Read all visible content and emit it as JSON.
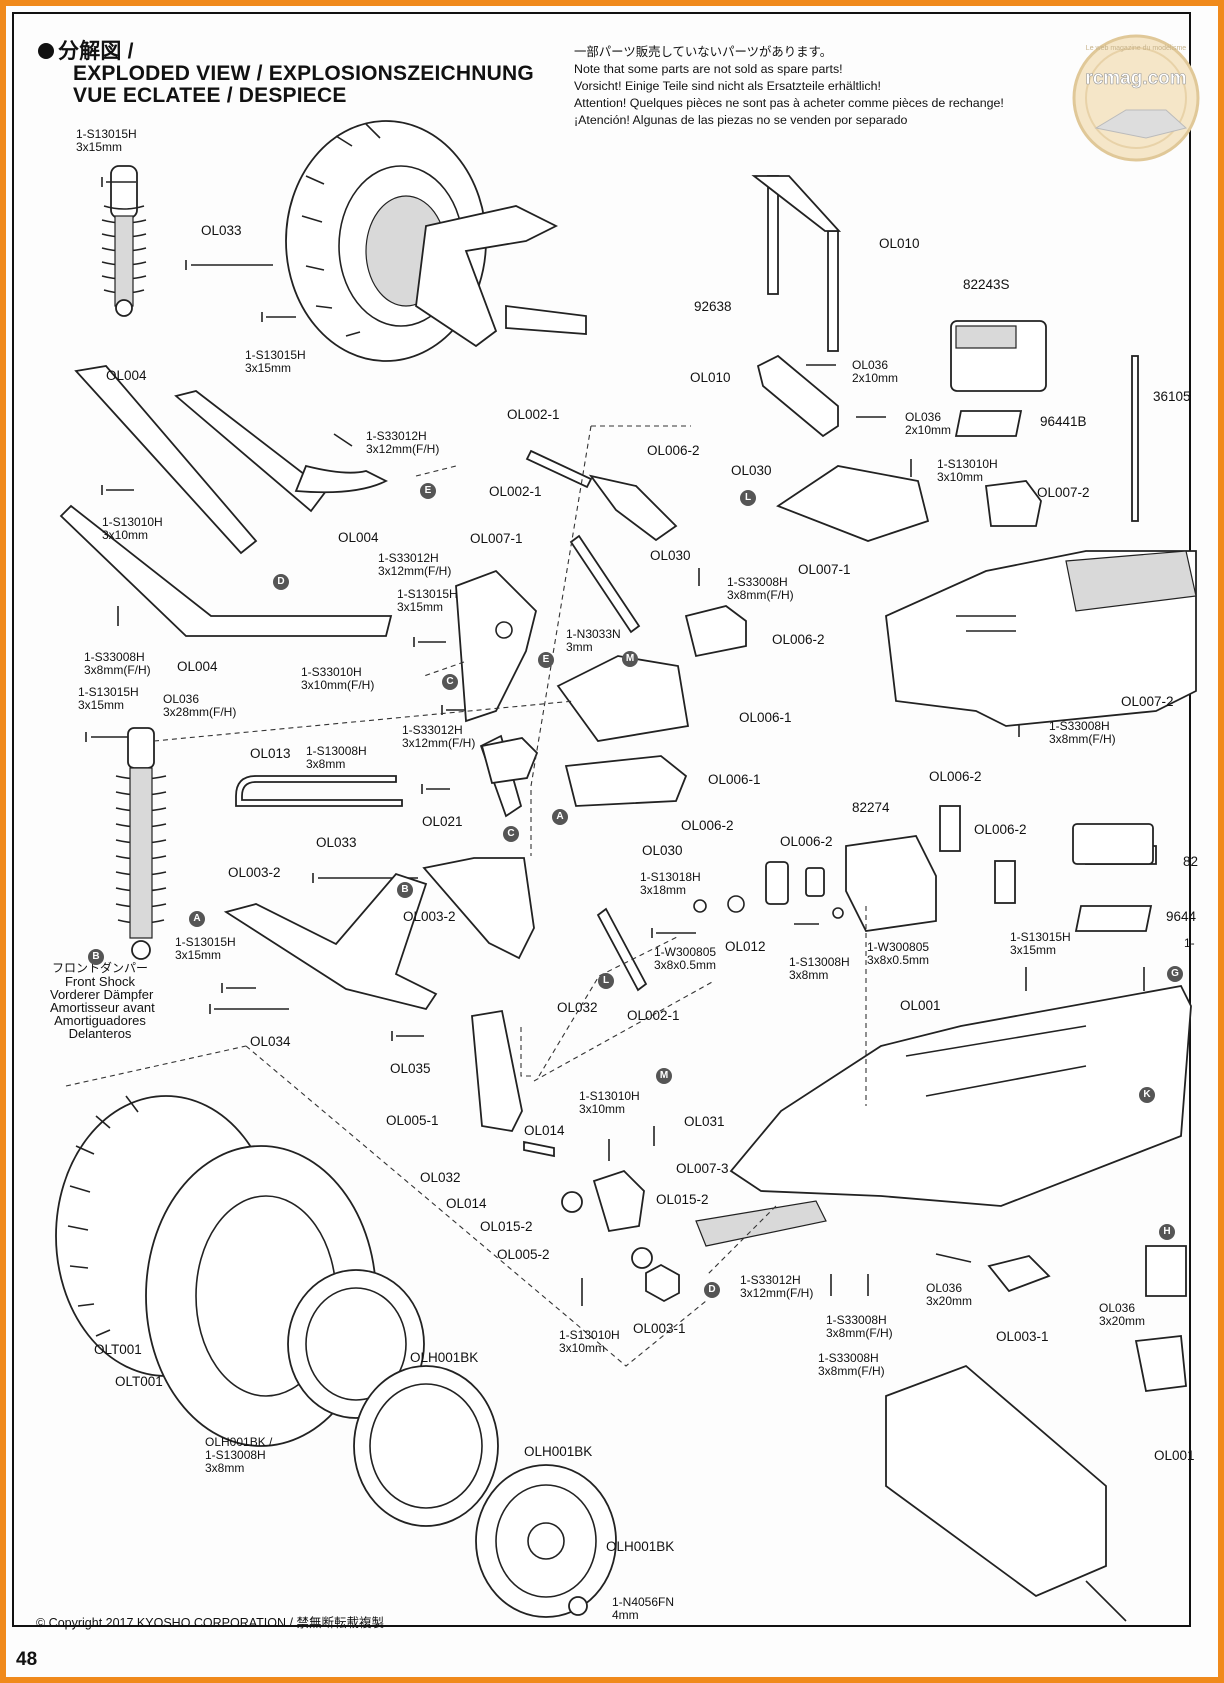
{
  "header": {
    "title_line1": "分解図 /",
    "title_line2": "EXPLODED VIEW / EXPLOSIONSZEICHNUNG",
    "title_line3": "VUE ECLATEE / DESPIECE"
  },
  "notice": [
    "一部パーツ販売していないパーツがあります。",
    "Note that some parts are not sold as spare parts!",
    "Vorsicht!  Einige Teile sind nicht als Ersatzteile erhältlich!",
    "Attention!  Quelques pièces ne sont pas à acheter comme pièces de rechange!",
    "¡Atención! Algunas de las piezas no se venden por separado"
  ],
  "watermark": {
    "site": "rcmag.com",
    "tagline": "Le web magazine du modélisme"
  },
  "front_shock_label": [
    "フロントダンパー",
    "Front Shock",
    "Vorderer Dämpfer",
    "Amortisseur avant",
    "Amortiguadores",
    "Delanteros"
  ],
  "labels": {
    "s13015h_a": "1-S13015H",
    "s13015h_a_size": "3x15mm",
    "ol033_a": "OL033",
    "s13015h_b": "1-S13015H",
    "s13015h_b_size": "3x15mm",
    "ol010_a": "OL010",
    "n92638": "92638",
    "n82243s": "82243S",
    "ol010_b": "OL010",
    "ol036_a": "OL036",
    "ol036_a_size": "2x10mm",
    "ol036_b": "OL036",
    "ol036_b_size": "2x10mm",
    "n96441b": "96441B",
    "n36105": "36105",
    "ol004_a": "OL004",
    "s33012h_a": "1-S33012H",
    "s33012h_a_size": "3x12mm(F/H)",
    "s13010h_a": "1-S13010H",
    "s13010h_a_size": "3x10mm",
    "ol004_b": "OL004",
    "s33012h_b": "1-S33012H",
    "s33012h_b_size": "3x12mm(F/H)",
    "ol002_1_a": "OL002-1",
    "ol006_2_a": "OL006-2",
    "ol030_a": "OL030",
    "s13010h_b": "1-S13010H",
    "s13010h_b_size": "3x10mm",
    "ol007_2_a": "OL007-2",
    "ol002_1_b": "OL002-1",
    "ol030_b": "OL030",
    "ol007_1_a": "OL007-1",
    "ol007_1_b": "OL007-1",
    "s33008h_a": "1-S33008H",
    "s33008h_a_size": "3x8mm(F/H)",
    "s13015h_c": "1-S13015H",
    "s13015h_c_size": "3x15mm",
    "n3033n": "1-N3033N",
    "n3033n_size": "3mm",
    "ol006_2_b": "OL006-2",
    "s33008h_b": "1-S33008H",
    "s33008h_b_size": "3x8mm(F/H)",
    "ol004_c": "OL004",
    "s33010h": "1-S33010H",
    "s33010h_size": "3x10mm(F/H)",
    "s13015h_d": "1-S13015H",
    "s13015h_d_size": "3x15mm",
    "ol036_c": "OL036",
    "ol036_c_size": "3x28mm(F/H)",
    "ol006_1_a": "OL006-1",
    "ol007_2_b": "OL007-2",
    "s33012h_c": "1-S33012H",
    "s33012h_c_size": "3x12mm(F/H)",
    "s33008h_c": "1-S33008H",
    "s33008h_c_size": "3x8mm(F/H)",
    "ol013": "OL013",
    "s13008h_a": "1-S13008H",
    "s13008h_a_size": "3x8mm",
    "ol006_1_b": "OL006-1",
    "ol006_2_c": "OL006-2",
    "ol021": "OL021",
    "n82274": "82274",
    "ol033_b": "OL033",
    "ol006_2_d": "OL006-2",
    "ol006_2_e": "OL006-2",
    "ol006_2_f": "OL006-2",
    "ol030_c": "OL030",
    "n82_partial": "82",
    "ol003_2_a": "OL003-2",
    "s13018h": "1-S13018H",
    "s13018h_size": "3x18mm",
    "ol003_2_b": "OL003-2",
    "w300805_a": "1-W300805",
    "w300805_a_size": "3x8x0.5mm",
    "ol012": "OL012",
    "s13008h_b": "1-S13008H",
    "s13008h_b_size": "3x8mm",
    "w300805_b": "1-W300805",
    "w300805_b_size": "3x8x0.5mm",
    "n9644_partial": "9644",
    "s13015h_e": "1-S13015H",
    "s13015h_e_size": "3x15mm",
    "s13015h_f": "1-S13015H",
    "s13015h_f_size": "3x15mm",
    "ol032_a": "OL032",
    "ol002_1_c": "OL002-1",
    "ol034": "OL034",
    "ol001_a": "OL001",
    "ol035": "OL035",
    "s13010h_c": "1-S13010H",
    "s13010h_c_size": "3x10mm",
    "ol031": "OL031",
    "ol005_1": "OL005-1",
    "ol014_a": "OL014",
    "ol007_3": "OL007-3",
    "ol032_b": "OL032",
    "ol014_b": "OL014",
    "ol015_2_a": "OL015-2",
    "ol015_2_b": "OL015-2",
    "ol005_2": "OL005-2",
    "s33012h_d": "1-S33012H",
    "s33012h_d_size": "3x12mm(F/H)",
    "ol036_d": "OL036",
    "ol036_d_size": "3x20mm",
    "ol036_e": "OL036",
    "ol036_e_size": "3x20mm",
    "olt001_a": "OLT001",
    "s13010h_d": "1-S13010H",
    "s13010h_d_size": "3x10mm",
    "ol003_1_a": "OL003-1",
    "s33008h_d": "1-S33008H",
    "s33008h_d_size": "3x8mm(F/H)",
    "ol003_1_b": "OL003-1",
    "olt001_b": "OLT001",
    "olh001bk_a": "OLH001BK",
    "s33008h_e": "1-S33008H",
    "s33008h_e_size": "3x8mm(F/H)",
    "olh001bk_b": "OLH001BK /",
    "s13008h_c": "1-S13008H",
    "s13008h_c_size": "3x8mm",
    "olh001bk_c": "OLH001BK",
    "ol001_b": "OL001",
    "olh001bk_d": "OLH001BK",
    "n4056fn": "1-N4056FN",
    "n4056fn_size": "4mm",
    "s13015h_g_partial": "1-"
  },
  "callouts": [
    "E",
    "D",
    "C",
    "E",
    "M",
    "L",
    "A",
    "C",
    "B",
    "A",
    "B",
    "L",
    "G",
    "K",
    "H",
    "M",
    "D"
  ],
  "copyright": "© Copyright 2017 KYOSHO CORPORATION / 禁無断転載複製",
  "page_number": "48"
}
